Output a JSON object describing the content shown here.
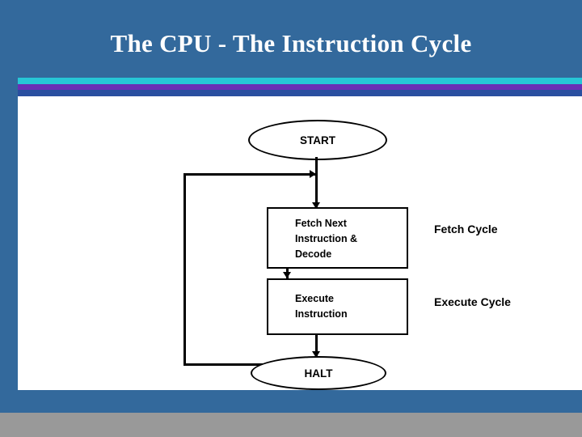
{
  "slide": {
    "title": "The CPU - The Instruction Cycle",
    "colors": {
      "header_blue": "#33699c",
      "stripe_cyan": "#27c6d6",
      "stripe_purple": "#6a2fb5",
      "stripe_blue": "#2a4fa0",
      "bottom_gray": "#999999",
      "outline": "#000000",
      "background": "#ffffff"
    }
  },
  "diagram": {
    "nodes": [
      {
        "id": "start",
        "shape": "ellipse",
        "label": "START"
      },
      {
        "id": "fetch",
        "shape": "process",
        "label": "Fetch Next\nInstruction &\nDecode"
      },
      {
        "id": "execute",
        "shape": "process",
        "label": "Execute\nInstruction"
      },
      {
        "id": "halt",
        "shape": "ellipse",
        "label": "HALT"
      }
    ],
    "node_lines": {
      "fetch_line1": "Fetch Next",
      "fetch_line2": "Instruction &",
      "fetch_line3": "Decode",
      "execute_line1": "Execute",
      "execute_line2": "Instruction"
    },
    "annotations": [
      {
        "id": "fetch-cycle",
        "label": "Fetch Cycle"
      },
      {
        "id": "execute-cycle",
        "label": "Execute Cycle"
      }
    ],
    "edges": [
      {
        "from": "start",
        "to": "fetch",
        "direction": "down"
      },
      {
        "from": "fetch",
        "to": "execute",
        "direction": "down"
      },
      {
        "from": "execute",
        "to": "halt",
        "direction": "down"
      },
      {
        "from": "execute",
        "to": "fetch",
        "direction": "loop-left"
      }
    ]
  }
}
